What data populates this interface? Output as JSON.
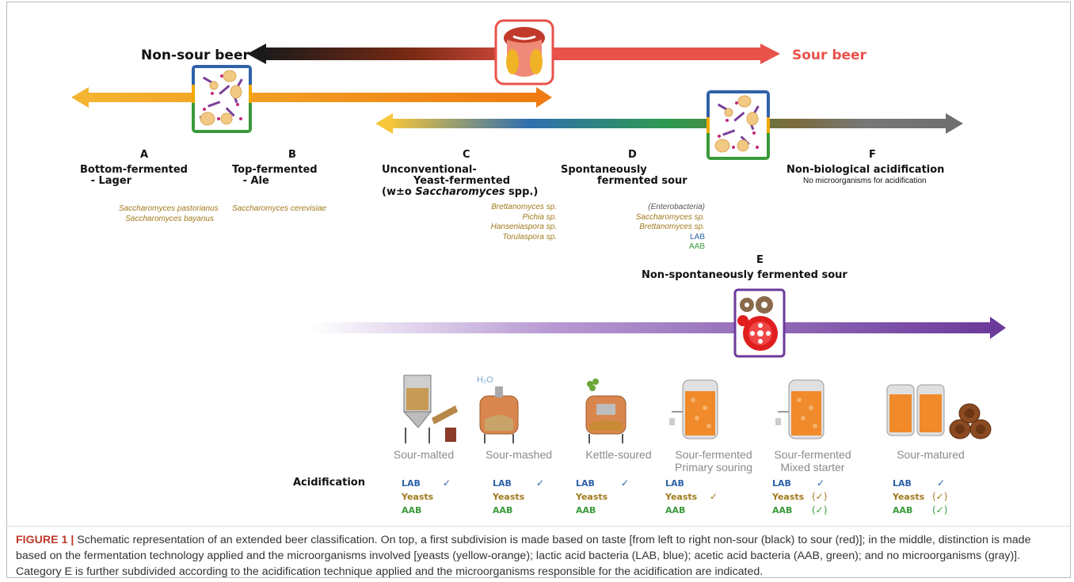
{
  "taste": {
    "left_label": "Non-sour beer",
    "right_label": "Sour beer"
  },
  "categories": [
    {
      "letter": "A",
      "title": "Bottom-fermented\n   - Lager",
      "species": [
        "Saccharomyces pastorianus",
        "Saccharomyces bayanus"
      ]
    },
    {
      "letter": "B",
      "title": "Top-fermented\n   - Ale",
      "species": [
        "Saccharomyces cerevisiae"
      ]
    },
    {
      "letter": "C",
      "title_line1": "Unconventional-",
      "title_line2": "Yeast-fermented",
      "title_line3_a": "(w±o ",
      "title_line3_b": "Saccharomyces",
      "title_line3_c": " spp.)",
      "species": [
        "Brettanomyces sp.",
        "Pichia sp.",
        "Hanseniaspora sp.",
        "Torulaspora sp."
      ]
    },
    {
      "letter": "D",
      "title_line1": "Spontaneously",
      "title_line2": "fermented sour",
      "species": [
        "(Enterobacteria)",
        "Saccharomyces sp.",
        "Brettanomyces sp."
      ],
      "extra": [
        "LAB",
        "AAB"
      ]
    },
    {
      "letter": "E",
      "title": "Non-spontaneously fermented sour"
    },
    {
      "letter": "F",
      "title": "Non-biological acidification",
      "subtitle": "No microorganisms for acidification"
    }
  ],
  "acidification_label": "Acidification",
  "processes": [
    {
      "name": "Sour-malted",
      "lab": "LAB",
      "yeasts": "Yeasts",
      "aab": "AAB",
      "mark_lab": "✓",
      "mark_yeasts": "",
      "mark_aab": ""
    },
    {
      "name": "Sour-mashed",
      "lab": "LAB",
      "yeasts": "Yeasts",
      "aab": "AAB",
      "mark_lab": "✓",
      "mark_yeasts": "",
      "mark_aab": ""
    },
    {
      "name": "Kettle-soured",
      "lab": "LAB",
      "yeasts": "Yeasts",
      "aab": "AAB",
      "mark_lab": "✓",
      "mark_yeasts": "",
      "mark_aab": ""
    },
    {
      "name": "Sour-fermented\nPrimary souring",
      "lab": "LAB",
      "yeasts": "Yeasts",
      "aab": "AAB",
      "mark_lab": "",
      "mark_yeasts": "✓",
      "mark_aab": ""
    },
    {
      "name": "Sour-fermented\nMixed starter",
      "lab": "LAB",
      "yeasts": "Yeasts",
      "aab": "AAB",
      "mark_lab": "✓",
      "mark_yeasts": "(✓)",
      "mark_aab": "(✓)"
    },
    {
      "name": "Sour-matured",
      "lab": "LAB",
      "yeasts": "Yeasts",
      "aab": "AAB",
      "mark_lab": "✓",
      "mark_yeasts": "(✓)",
      "mark_aab": "(✓)"
    }
  ],
  "h2o_label": "H₂O",
  "caption": {
    "label": "FIGURE 1 |",
    "text": " Schematic representation of an extended beer classification. On top, a first subdivision is made based on taste [from left to right non-sour (black) to sour (red)]; in the middle, distinction is made based on the fermentation technology applied and the microorganisms involved [yeasts (yellow-orange); lactic acid bacteria (LAB, blue); acetic acid bacteria (AAB, green); and no microorganisms (gray)]. Category E is further subdivided according to the acidification technique applied and the microorganisms responsible for the acidification are indicated."
  },
  "colors": {
    "sour": "#e8524a",
    "yeast": "#f2a900",
    "lab": "#2f62a8",
    "aab": "#3a9a3a",
    "none": "#6f6f6f",
    "purple": "#6b3a9b"
  }
}
